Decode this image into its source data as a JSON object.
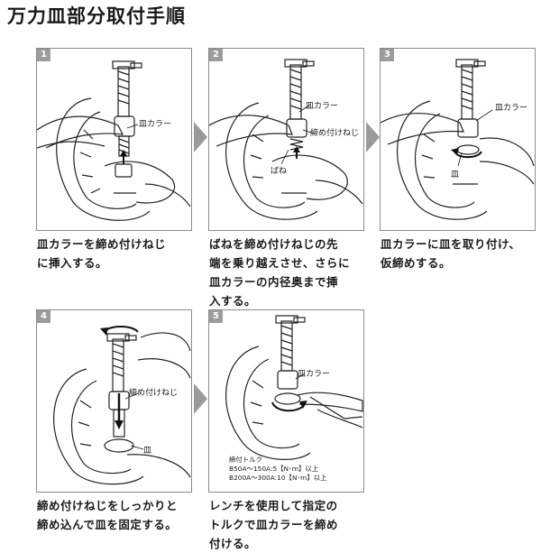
{
  "title": "万力皿部分取付手順",
  "steps": [
    {
      "num": "1",
      "labels": {
        "a": "皿カラー"
      },
      "caption": [
        "皿カラーを締め付けねじ",
        "に挿入する。"
      ]
    },
    {
      "num": "2",
      "labels": {
        "a": "皿カラー",
        "b": "締め付けねじ",
        "c": "ばね"
      },
      "caption": [
        "ばねを締め付けねじの先",
        "端を乗り越えさせ、さらに",
        "皿カラーの内径奥まで挿",
        "入する。"
      ]
    },
    {
      "num": "3",
      "labels": {
        "a": "皿カラー",
        "b": "皿"
      },
      "caption": [
        "皿カラーに皿を取り付け、",
        "仮締めする。"
      ]
    },
    {
      "num": "4",
      "labels": {
        "a": "締め付けねじ",
        "b": "皿"
      },
      "caption": [
        "締め付けねじをしっかりと",
        "締め込んで皿を固定する。"
      ]
    },
    {
      "num": "5",
      "labels": {
        "a": "皿カラー"
      },
      "torque": [
        "締付トルク",
        "B50A～150A:5【N･m】以上",
        "B200A～300A:10【N･m】以上"
      ],
      "caption": [
        "レンチを使用して指定の",
        "トルクで皿カラーを締め",
        "付ける。"
      ]
    }
  ]
}
